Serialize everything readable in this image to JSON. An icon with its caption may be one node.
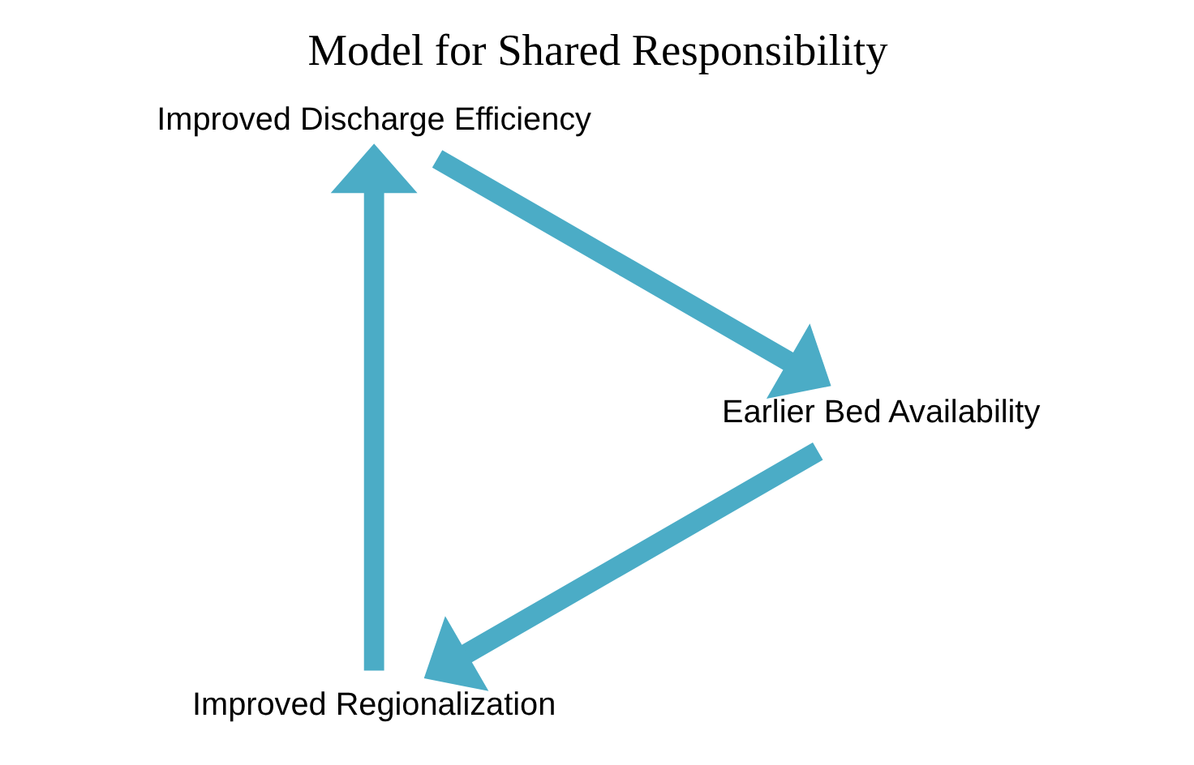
{
  "diagram": {
    "title": "Model for Shared Responsibility",
    "nodes": [
      {
        "text": [
          "Improved Regionalization"
        ]
      },
      {
        "text": [
          "Improved Discharge Efficiency"
        ]
      },
      {
        "text": [
          "Earlier Bed Availability"
        ]
      }
    ],
    "edges": [
      {
        "from": 0,
        "to": 1,
        "arrow": "to"
      },
      {
        "from": 1,
        "to": 2,
        "arrow": "to"
      },
      {
        "from": 2,
        "to": 0,
        "arrow": "to"
      }
    ]
  }
}
